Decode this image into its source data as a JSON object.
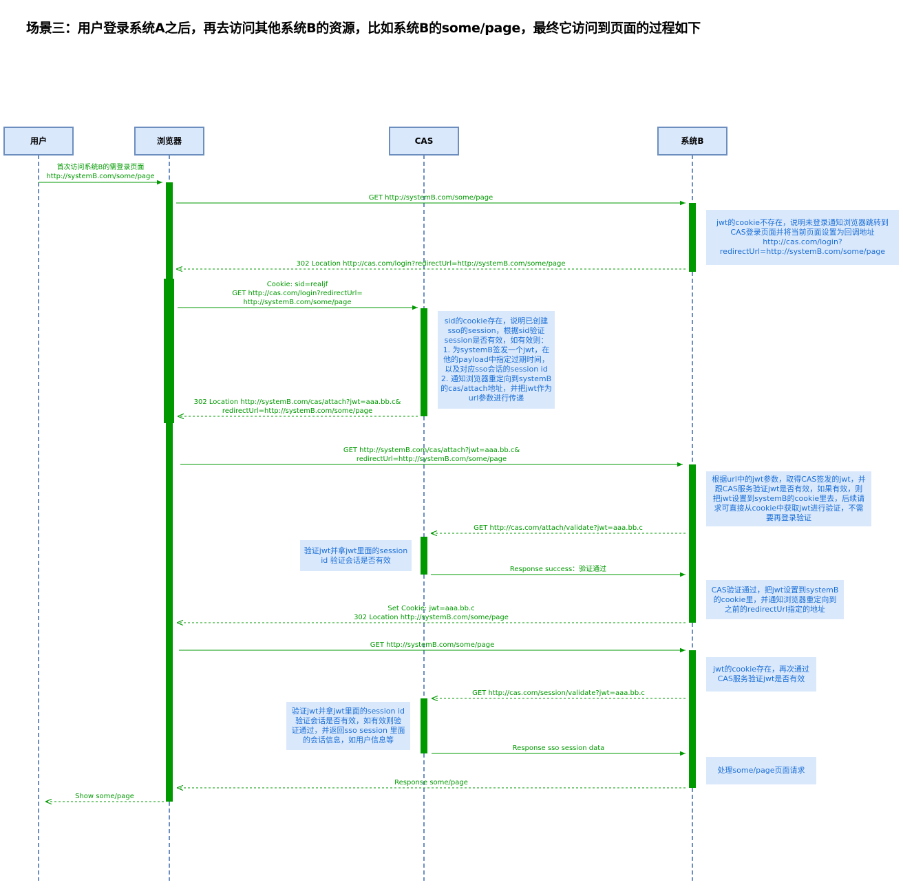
{
  "title": "场景三：用户登录系统A之后，再去访问其他系统B的资源，比如系统B的some/page，最终它访问到页面的过程如下",
  "actors": [
    "用户",
    "浏览器",
    "CAS",
    "系统B"
  ],
  "colors": {
    "message": "#009900",
    "activation": "#009900",
    "lifeline": "#6c8ebf",
    "actor_fill": "#dae8fc",
    "note_fill": "#dae8fc",
    "note_text": "#1a6fd6"
  },
  "messages": [
    {
      "text": "首次访问系统B的需登录页面\nhttp://systemB.com/some/page",
      "from": "用户",
      "to": "浏览器",
      "style": "solid"
    },
    {
      "text": "GET http://systemB.com/some/page",
      "from": "浏览器",
      "to": "系统B",
      "style": "solid"
    },
    {
      "text": "302 Location http://cas.com/login?redirectUrl=http://systemB.com/some/page",
      "from": "系统B",
      "to": "浏览器",
      "style": "dashed"
    },
    {
      "text": "Cookie: sid=realjf\nGET http://cas.com/login?redirectUrl=\nhttp://systemB.com/some/page",
      "from": "浏览器",
      "to": "CAS",
      "style": "solid"
    },
    {
      "text": "302 Location http://systemB.com/cas/attach?jwt=aaa.bb.c&\nredirectUrl=http://systemB.com/some/page",
      "from": "CAS",
      "to": "浏览器",
      "style": "dashed"
    },
    {
      "text": "GET http://systemB.com/cas/attach?jwt=aaa.bb.c&\nredirectUrl=http://systemB.com/some/page",
      "from": "浏览器",
      "to": "系统B",
      "style": "solid"
    },
    {
      "text": "GET http://cas.com/attach/validate?jwt=aaa.bb.c",
      "from": "系统B",
      "to": "CAS",
      "style": "dashed"
    },
    {
      "text": "Response success：验证通过",
      "from": "CAS",
      "to": "系统B",
      "style": "solid"
    },
    {
      "text": "Set Cookie: jwt=aaa.bb.c\n302 Location http://systemB.com/some/page",
      "from": "系统B",
      "to": "浏览器",
      "style": "dashed"
    },
    {
      "text": "GET http://systemB.com/some/page",
      "from": "浏览器",
      "to": "系统B",
      "style": "solid"
    },
    {
      "text": "GET http://cas.com/session/validate?jwt=aaa.bb.c",
      "from": "系统B",
      "to": "CAS",
      "style": "dashed"
    },
    {
      "text": "Response sso session data",
      "from": "CAS",
      "to": "系统B",
      "style": "solid"
    },
    {
      "text": "Response some/page",
      "from": "系统B",
      "to": "浏览器",
      "style": "dashed"
    },
    {
      "text": "Show some/page",
      "from": "浏览器",
      "to": "用户",
      "style": "dashed"
    }
  ],
  "notes": [
    "jwt的cookie不存在，说明未登录通知浏览器跳转到\nCAS登录页面并将当前页面设置为回调地址\nhttp://cas.com/login?\nredirectUrl=http://systemB.com/some/page",
    "sid的cookie存在，说明已创建\nsso的session，根据sid验证\nsession是否有效，如有效则：\n1. 为systemB签发一个jwt，在\n他的payload中指定过期时间，\n以及对应sso会话的session id\n2. 通知浏览器重定向到systemB\n的cas/attach地址，并把jwt作为\nurl参数进行传递",
    "根据url中的jwt参数，取得CAS签发的jwt，并\n跟CAS服务验证jwt是否有效，如果有效，则\n把jwt设置到systemB的cookie里去，后续请\n求可直接从cookie中获取jwt进行验证，不需\n要再登录验证",
    "验证jwt并拿jwt里面的session\nid 验证会话是否有效",
    "CAS验证通过，把jwt设置到systemB\n的cookie里，并通知浏览器重定向到\n之前的redirectUrl指定的地址",
    "jwt的cookie存在，再次通过\nCAS服务验证jwt是否有效",
    "验证jwt并拿jwt里面的session id\n验证会话是否有效，如有效则验\n证通过，并返回sso session 里面\n的会话信息，如用户信息等",
    "处理some/page页面请求"
  ]
}
